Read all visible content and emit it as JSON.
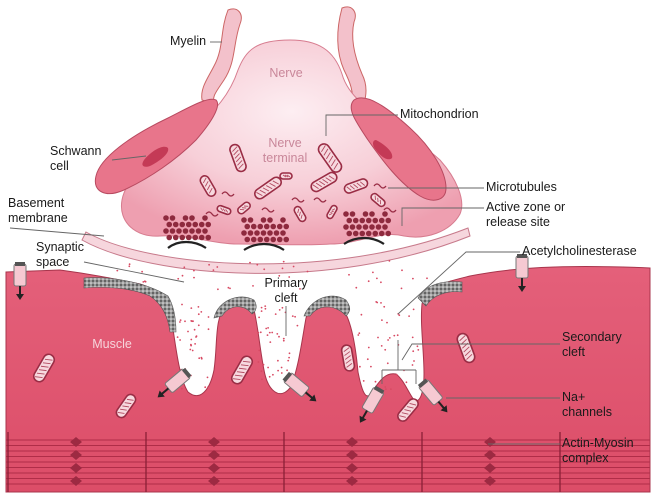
{
  "colors": {
    "muscle": "#e2566f",
    "muscle_edge": "#a8354c",
    "nerve_fill": "#f6c8d2",
    "nerve_core": "#fbe4ea",
    "myelin": "#f3c6cf",
    "schwann": "#e66a82",
    "mito_fill": "#f7d9df",
    "mito_edge": "#9a2d45",
    "vesicle": "#8e2a3e",
    "cleft_dots": "#d84a63",
    "ache": "#5b5b5b",
    "leader": "#555555"
  },
  "inner_labels": {
    "nerve": "Nerve",
    "nerve_terminal": "Nerve\nterminal",
    "muscle": "Muscle"
  },
  "labels": {
    "myelin": "Myelin",
    "schwann_cell": "Schwann\ncell",
    "basement_membrane": "Basement\nmembrane",
    "synaptic_space": "Synaptic\nspace",
    "primary_cleft": "Primary\ncleft",
    "mitochondrion": "Mitochondrion",
    "microtubules": "Microtubules",
    "active_zone": "Active zone or\nrelease site",
    "acetylcholinesterase": "Acetylcholinesterase",
    "secondary_cleft": "Secondary\ncleft",
    "na_channels": "Na+\nchannels",
    "actin_myosin": "Actin-Myosin\ncomplex"
  }
}
